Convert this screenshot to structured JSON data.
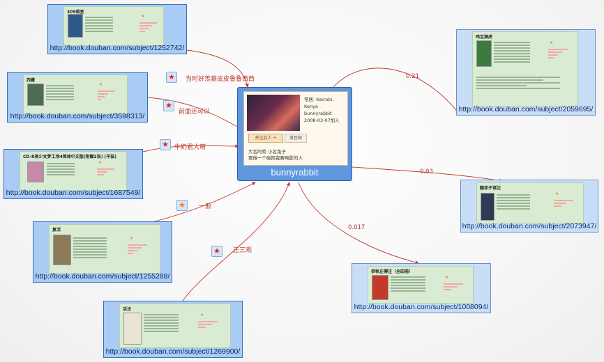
{
  "center": {
    "name": "bunnyrabbit",
    "location_line": "常居: Nairobi, Kenya",
    "user_id": "bunnyrabbit",
    "joined": "2008-03-07加入",
    "follow_button": "关注此人 +",
    "mail_button": "发豆邮",
    "signature_1": "大名阿秀 小名兔子",
    "signature_2": "要做一个磁陪我赛电影的人"
  },
  "books": [
    {
      "id": "b1",
      "title": "309暗室",
      "url": "http://book.douban.com/subject/1252742/",
      "cover": "#2e5a8a"
    },
    {
      "id": "b2",
      "title": "西藏",
      "url": "http://book.douban.com/subject/3598313/",
      "cover": "#4d6b55"
    },
    {
      "id": "b3",
      "title": "CD-R美少女梦工场4简体中文版(附赠2张) (平装)",
      "url": "http://book.douban.com/subject/1687549/",
      "cover": "#c58aa8"
    },
    {
      "id": "b4",
      "title": "复活",
      "url": "http://book.douban.com/subject/1255288/",
      "cover": "#8a7a5a"
    },
    {
      "id": "b5",
      "title": "活法",
      "url": "http://book.douban.com/subject/1269900/",
      "cover": "#e9e4d6"
    },
    {
      "id": "b6",
      "title": "鸡至濒虎",
      "url": "http://book.douban.com/subject/2059695/",
      "cover": "#3d7a3f"
    },
    {
      "id": "b7",
      "title": "额赤子诸注",
      "url": "http://book.douban.com/subject/2073947/",
      "cover": "#2f3a55"
    },
    {
      "id": "b8",
      "title": "恭秋左傳注（全四冊）",
      "url": "http://book.douban.com/subject/1008094/",
      "cover": "#c43a2a"
    }
  ],
  "edge_labels": {
    "b1": "当时好羡慕皮皮鲁鲁西西",
    "b2": "前面还可以",
    "b3": "牛奶君大萌",
    "b4": "一般",
    "b5": "正三观",
    "b6": "0.21",
    "b7": "0.03",
    "b8": "0.017"
  },
  "icons": {
    "rating_star": "★"
  },
  "colors": {
    "edge": "#c0392b",
    "node_border": "#3a6fb8",
    "url_text": "#0b2a66"
  }
}
